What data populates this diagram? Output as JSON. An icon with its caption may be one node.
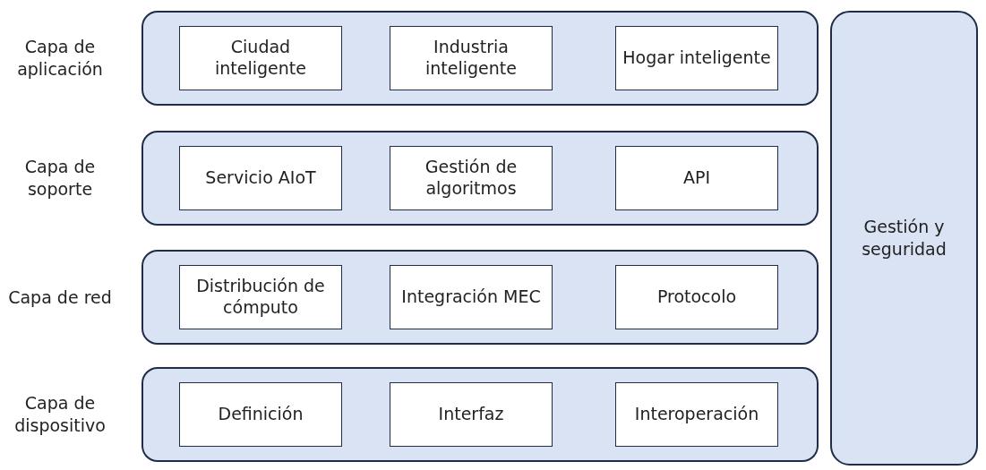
{
  "diagram": {
    "nodes": [
      {
        "text": [
          "Capa de aplicación"
        ]
      },
      {
        "text": [
          "Ciudad inteligente"
        ],
        "in": 0
      },
      {
        "text": [
          "Industria inteligente"
        ],
        "in": 0
      },
      {
        "text": [
          "Hogar inteligente"
        ],
        "in": 0
      },
      {
        "text": [
          "Capa de soporte"
        ]
      },
      {
        "text": [
          "Servicio AIoT"
        ],
        "in": 4
      },
      {
        "text": [
          "Gestión de algoritmos"
        ],
        "in": 4
      },
      {
        "text": [
          "API"
        ],
        "in": 4
      },
      {
        "text": [
          "Capa de red"
        ]
      },
      {
        "text": [
          "Distribución de cómputo"
        ],
        "in": 8
      },
      {
        "text": [
          "Integración MEC"
        ],
        "in": 8
      },
      {
        "text": [
          "Protocolo"
        ],
        "in": 8
      },
      {
        "text": [
          "Capa de dispositivo"
        ]
      },
      {
        "text": [
          "Definición"
        ],
        "in": 12
      },
      {
        "text": [
          "Interfaz"
        ],
        "in": 12
      },
      {
        "text": [
          "Interoperación"
        ],
        "in": 12
      },
      {
        "text": [
          "Gestión y seguridad"
        ]
      }
    ],
    "edges": []
  }
}
